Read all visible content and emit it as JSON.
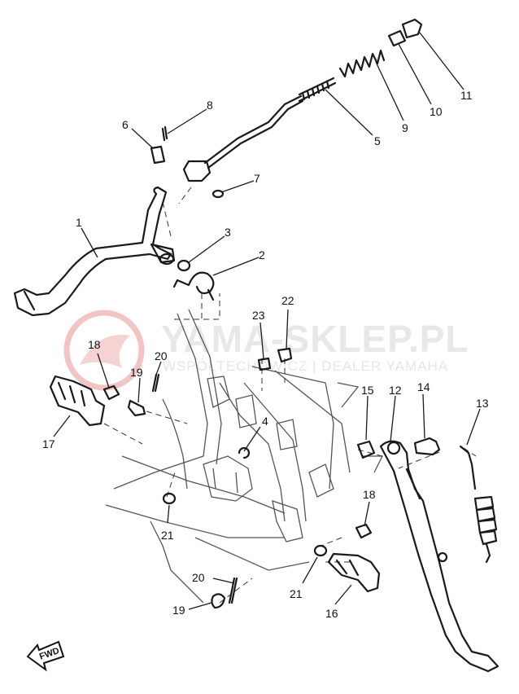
{
  "watermark": {
    "title": "YAMA-SKLEP.PL",
    "subtitle": "WSPÓŁTECHOWICZ | DEALER YAMAHA",
    "logo_color": "#f2c4c4"
  },
  "direction_label": "FWD",
  "callouts": [
    {
      "id": "c1",
      "text": "1"
    },
    {
      "id": "c2",
      "text": "2"
    },
    {
      "id": "c3",
      "text": "3"
    },
    {
      "id": "c4",
      "text": "4"
    },
    {
      "id": "c5",
      "text": "5"
    },
    {
      "id": "c6",
      "text": "6"
    },
    {
      "id": "c7",
      "text": "7"
    },
    {
      "id": "c8",
      "text": "8"
    },
    {
      "id": "c9",
      "text": "9"
    },
    {
      "id": "c10",
      "text": "10"
    },
    {
      "id": "c11",
      "text": "11"
    },
    {
      "id": "c12",
      "text": "12"
    },
    {
      "id": "c13",
      "text": "13"
    },
    {
      "id": "c14",
      "text": "14"
    },
    {
      "id": "c15",
      "text": "15"
    },
    {
      "id": "c16",
      "text": "16"
    },
    {
      "id": "c17",
      "text": "17"
    },
    {
      "id": "c18a",
      "text": "18"
    },
    {
      "id": "c18b",
      "text": "18"
    },
    {
      "id": "c19a",
      "text": "19"
    },
    {
      "id": "c19b",
      "text": "19"
    },
    {
      "id": "c20a",
      "text": "20"
    },
    {
      "id": "c20b",
      "text": "20"
    },
    {
      "id": "c21a",
      "text": "21"
    },
    {
      "id": "c21b",
      "text": "21"
    },
    {
      "id": "c22",
      "text": "22"
    },
    {
      "id": "c23",
      "text": "23"
    }
  ]
}
